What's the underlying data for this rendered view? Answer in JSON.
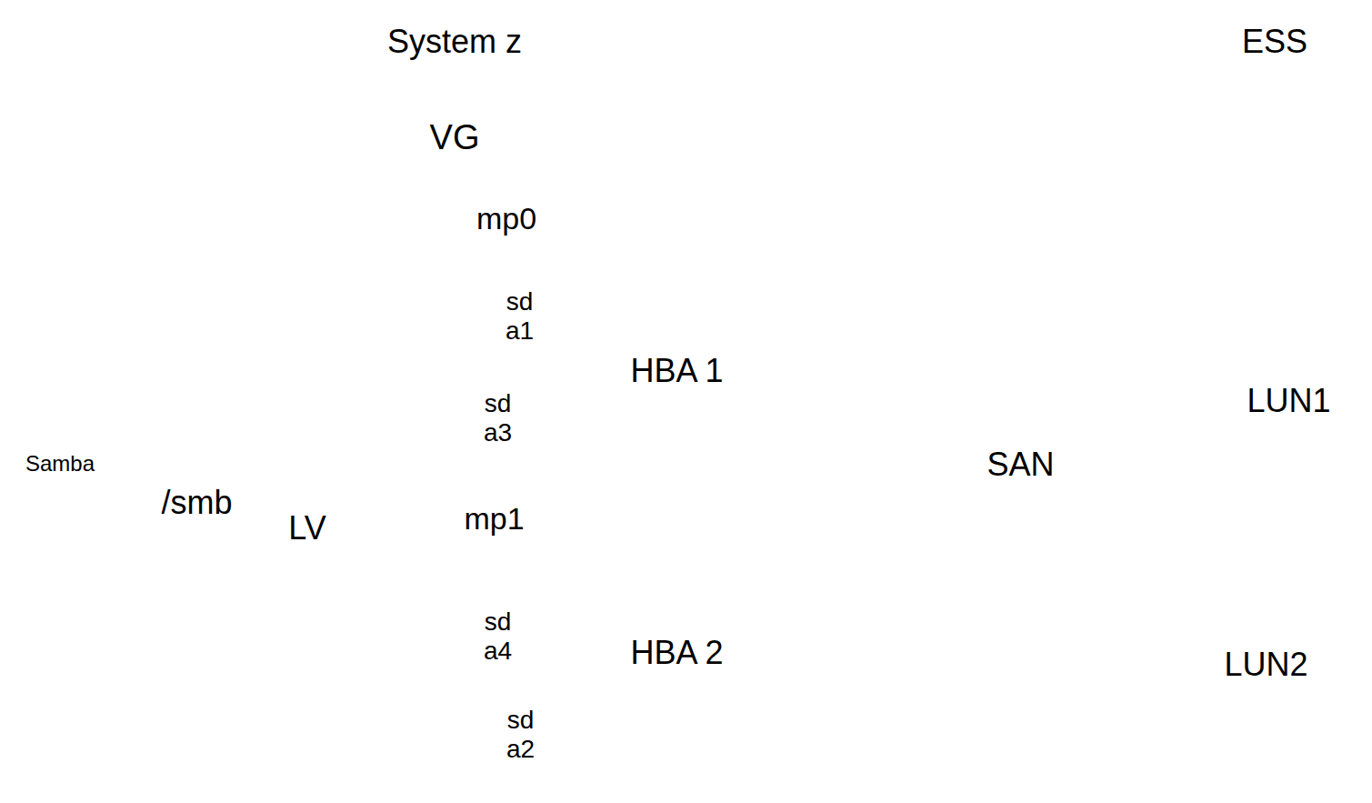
{
  "diagram": {
    "nodes": [
      {
        "text": [
          "System z"
        ]
      },
      {
        "text": [
          "VG"
        ],
        "in": 0
      },
      {
        "text": [
          "mp0"
        ],
        "in": 1
      },
      {
        "text": [
          "sd a1"
        ],
        "in": 2
      },
      {
        "text": [
          "sd a3"
        ],
        "in": 2
      },
      {
        "text": [
          "mp1"
        ],
        "in": 1
      },
      {
        "text": [
          "sd a4"
        ],
        "in": 5
      },
      {
        "text": [
          "sd a2"
        ],
        "in": 5
      },
      {
        "text": [
          "LV"
        ],
        "in": 0
      },
      {
        "text": [
          "/smb"
        ],
        "in": 0
      },
      {
        "text": [
          "HBA 1"
        ],
        "in": 0
      },
      {
        "text": [
          "HBA 2"
        ],
        "in": 0
      },
      {
        "text": [
          "SAN"
        ]
      },
      {
        "text": [
          "ESS"
        ]
      },
      {
        "text": [
          "LUN1"
        ],
        "in": 13
      },
      {
        "text": [
          "LUN2"
        ],
        "in": 13
      }
    ],
    "edges": [
      {
        "from": 3,
        "to": 10,
        "arrow": "none"
      },
      {
        "from": 10,
        "to": 14,
        "arrow": "none"
      },
      {
        "from": 6,
        "to": 10,
        "arrow": "none"
      },
      {
        "from": 10,
        "to": 15,
        "arrow": "none"
      },
      {
        "from": 4,
        "to": 11,
        "arrow": "none"
      },
      {
        "from": 11,
        "to": 14,
        "arrow": "none"
      },
      {
        "from": 7,
        "to": 11,
        "arrow": "none"
      },
      {
        "from": 11,
        "to": 15,
        "arrow": "none"
      },
      {
        "from": 8,
        "to": 2,
        "arrow": "none"
      },
      {
        "from": 8,
        "to": 5,
        "arrow": "none"
      },
      {
        "from": 9,
        "to": 8,
        "arrow": "none"
      }
    ],
    "labels": [
      "Samba"
    ]
  }
}
